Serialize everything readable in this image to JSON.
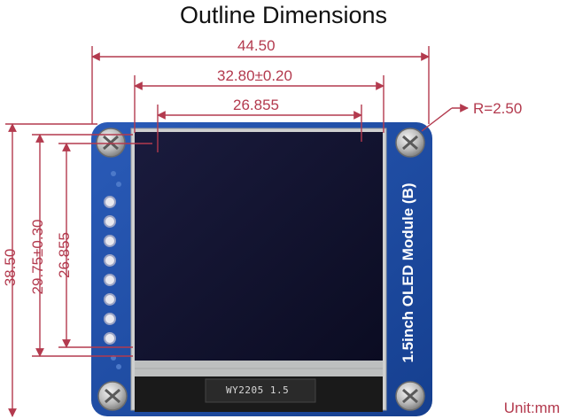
{
  "title": "Outline Dimensions",
  "dimensions": {
    "overall_width": "44.50",
    "hole_spacing_width": "32.80±0.20",
    "display_width": "26.855",
    "corner_radius": "R=2.50",
    "overall_height": "38.50",
    "hole_spacing_height": "29.75±0.30",
    "display_height": "26.855"
  },
  "module_label": "1.5inch OLED Module (B)",
  "chip_marking": "WY2205 1.5",
  "unit": "Unit:mm",
  "colors": {
    "dimension_line": "#b33a4e",
    "pcb": "#1f4fa8",
    "screen": "#10112c",
    "bezel": "#c8c9c9"
  },
  "pin_count": 8
}
